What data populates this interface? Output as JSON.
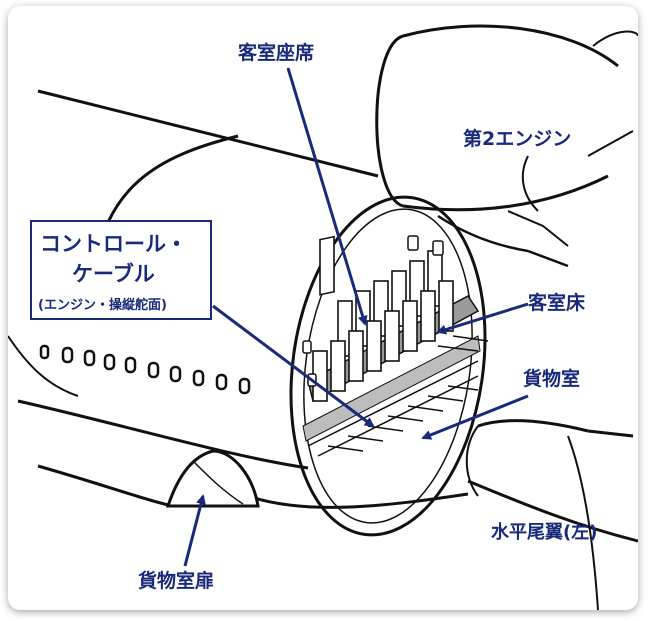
{
  "labels": {
    "cabin_seats": "客室座席",
    "engine_2": "第2エンジン",
    "control_cable_line1": "コントロール・",
    "control_cable_line2": "ケーブル",
    "control_cable_note": "(エンジン・操縦舵面)",
    "cabin_floor": "客室床",
    "cargo_hold": "貨物室",
    "horizontal_stabilizer_left": "水平尾翼(左)",
    "cargo_door": "貨物室扉"
  },
  "colors": {
    "label_color": "#1a2a7a",
    "arrow_color": "#1a2a7a",
    "line_color": "#111111",
    "floor_gray": "#9a9a9a"
  }
}
